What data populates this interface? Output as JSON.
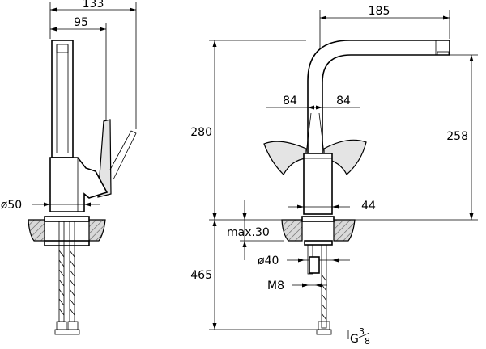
{
  "dimensions": {
    "side_total_depth": "133",
    "side_spout_depth": "95",
    "side_base_diameter": "ø50",
    "front_spout_reach": "185",
    "front_handle_left": "84",
    "front_handle_right": "84",
    "front_total_height": "280",
    "front_outlet_height": "258",
    "front_body_width": "44",
    "counter_thickness": "max.30",
    "hole_diameter": "ø40",
    "thread": "M8",
    "hose_length": "465",
    "connection_base": "G",
    "connection_num": "3",
    "connection_den": "8"
  }
}
